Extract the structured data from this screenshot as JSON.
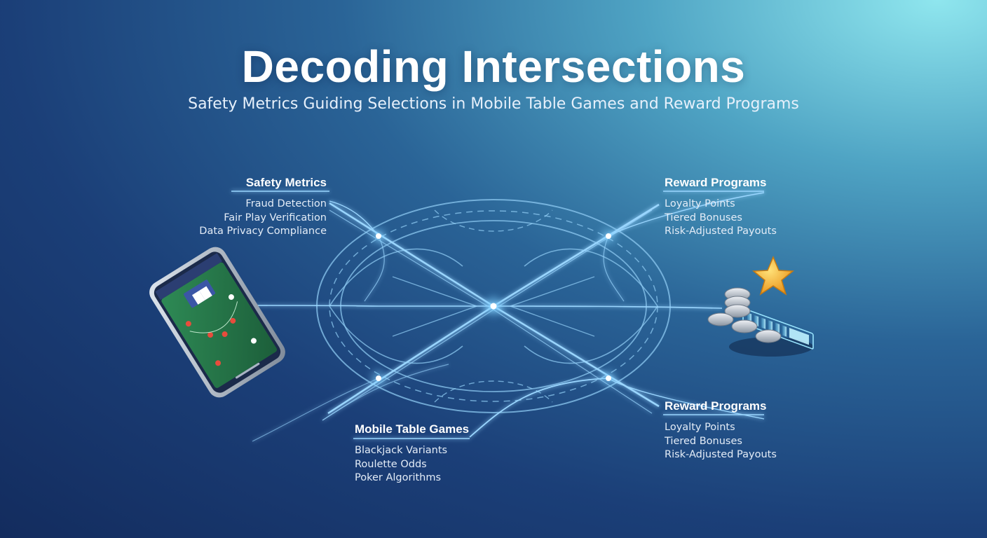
{
  "header": {
    "title": "Decoding Intersections",
    "subtitle": "Safety Metrics Guiding Selections in Mobile Table Games and Reward Programs"
  },
  "groups": {
    "safety_metrics": {
      "heading": "Safety Metrics",
      "items": [
        "Fraud Detection",
        "Fair Play Verification",
        "Data Privacy Compliance"
      ]
    },
    "reward_programs_top": {
      "heading": "Reward Programs",
      "items": [
        "Loyalty Points",
        "Tiered Bonuses",
        "Risk-Adjusted Payouts"
      ]
    },
    "reward_programs_bottom": {
      "heading": "Reward Programs",
      "items": [
        "Loyalty Points",
        "Tiered Bonuses",
        "Risk-Adjusted Payouts"
      ]
    },
    "mobile_table_games": {
      "heading": "Mobile Table Games",
      "items": [
        "Blackjack Variants",
        "Roulette Odds",
        "Poker Algorithms"
      ]
    }
  },
  "icons": {
    "phone": "smartphone-icon",
    "coins": "coin-stack-icon",
    "star": "star-icon",
    "meter": "progress-meter-icon"
  },
  "colors": {
    "glow": "#7fd0ff",
    "line": "#9ad6ff",
    "star": "#f7b733",
    "coin": "#c8d0da"
  }
}
